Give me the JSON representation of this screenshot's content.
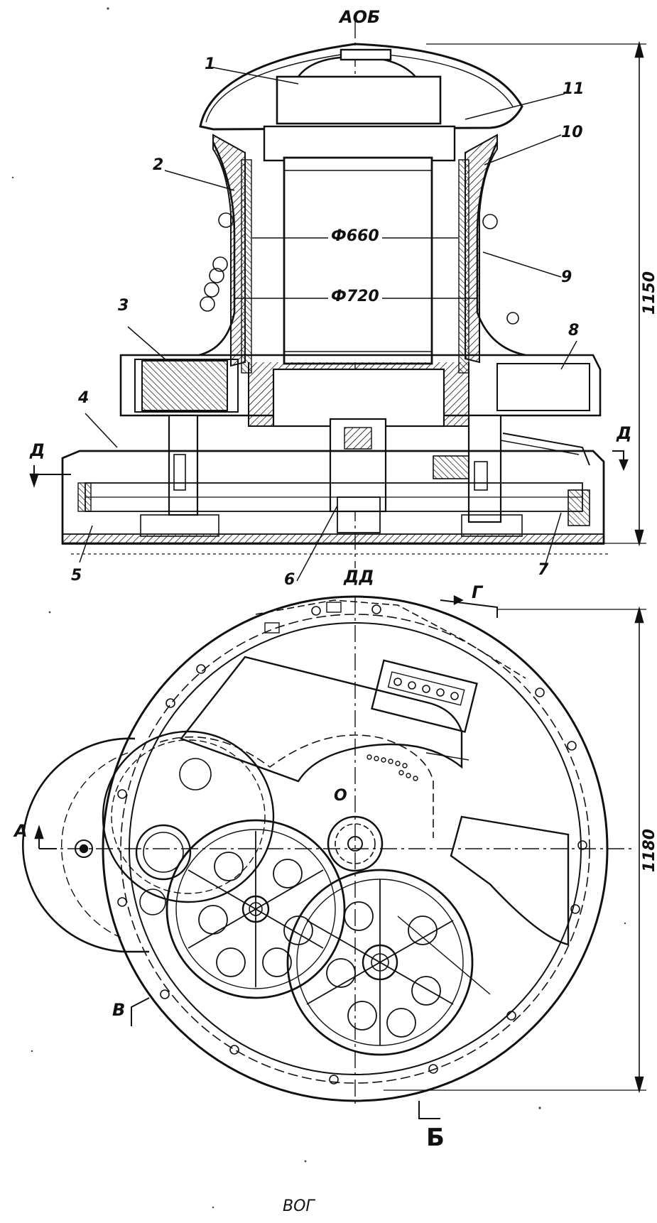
{
  "top_view": {
    "title": "АОБ",
    "part_labels": {
      "p1": "1",
      "p2": "2",
      "p3": "3",
      "p4": "4",
      "p5": "5",
      "p6": "6",
      "p7": "7",
      "p8": "8",
      "p9": "9",
      "p10": "10",
      "p11": "11"
    },
    "inner_diameter": "Ф660",
    "outer_diameter": "Ф720",
    "height_dim": "1150",
    "section_left": "Д",
    "section_right": "Д"
  },
  "bottom_view": {
    "title": "ДД",
    "width_dim": "1180",
    "center_label": "O",
    "section_a": "А",
    "section_v": "В",
    "section_g": "Г",
    "section_b": "Б",
    "footer": "ВОГ"
  }
}
